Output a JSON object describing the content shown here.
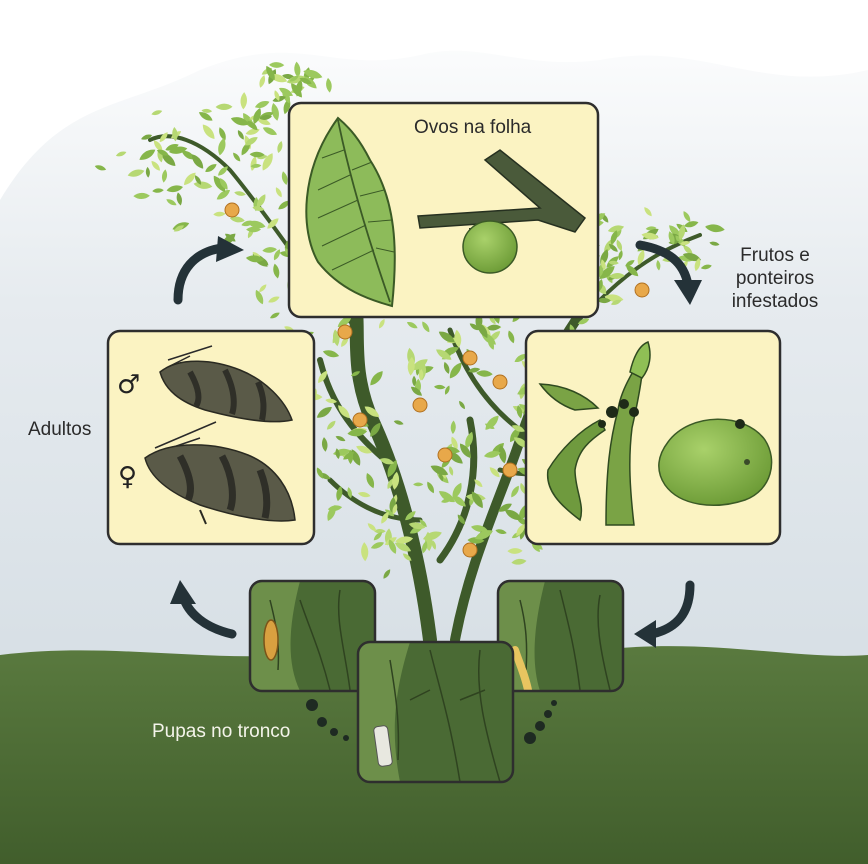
{
  "labels": {
    "eggs": "Ovos na folha",
    "fruits": [
      "Frutos e",
      "ponteiros",
      "infestados"
    ],
    "adults": "Adultos",
    "pupae": "Pupas no tronco"
  },
  "symbols": {
    "male": "♂",
    "female": "♀"
  },
  "colors": {
    "sky": "#dde4ea",
    "ground": "#506e38",
    "panel_fill": "#fbf3c2",
    "panel_border": "#2e2e2e",
    "arrow": "#243238",
    "leaf": "#8fba55",
    "fruit": "#e8a84a"
  }
}
